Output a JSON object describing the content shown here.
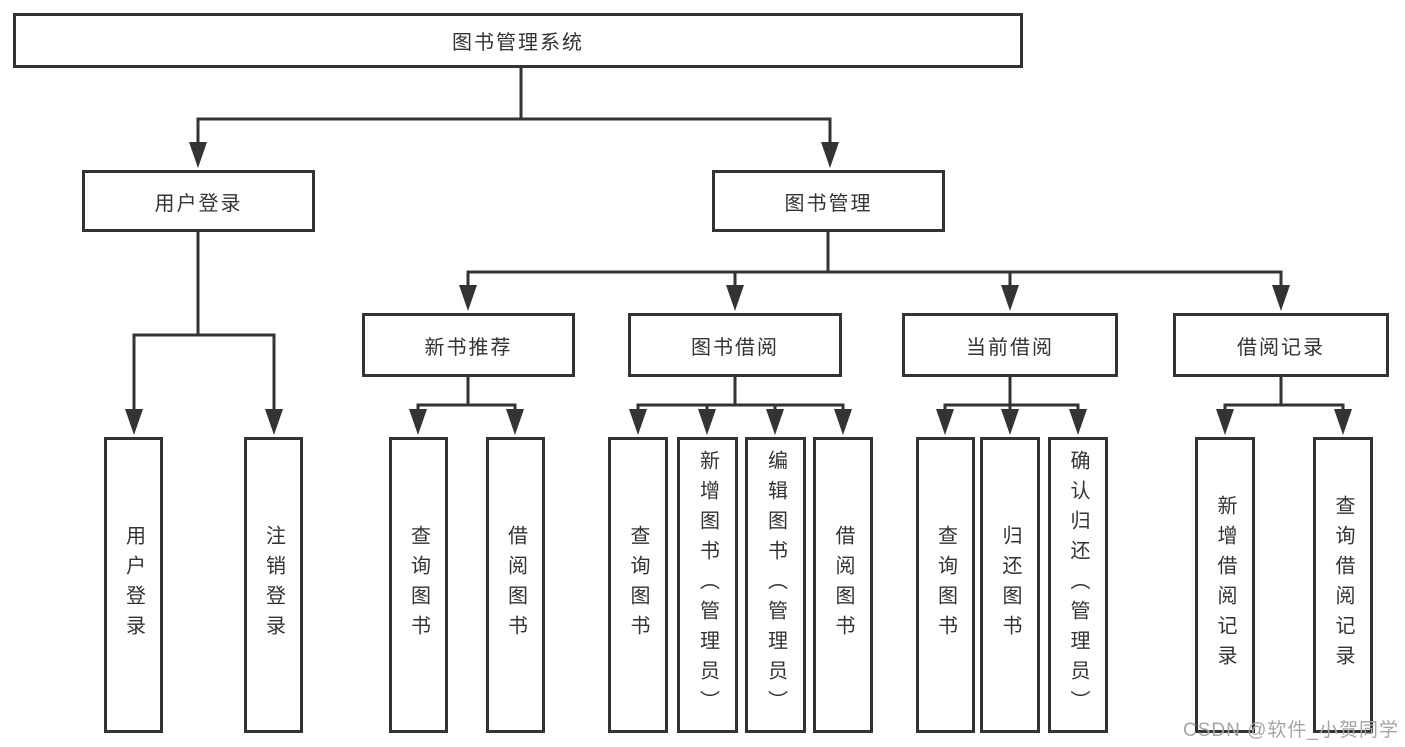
{
  "diagram": {
    "root": "图书管理系统",
    "level2": [
      "用户登录",
      "图书管理"
    ],
    "level3": [
      "新书推荐",
      "图书借阅",
      "当前借阅",
      "借阅记录"
    ],
    "leaves": {
      "user_login": [
        "用户登录",
        "注销登录"
      ],
      "new_books": [
        "查询图书",
        "借阅图书"
      ],
      "book_borrow": [
        "查询图书",
        "新增图书（管理员）",
        "编辑图书（管理员）",
        "借阅图书"
      ],
      "current_borrow": [
        "查询图书",
        "归还图书",
        "确认归还（管理员）"
      ],
      "borrow_records": [
        "新增借阅记录",
        "查询借阅记录"
      ]
    }
  },
  "watermark": "CSDN @软件_小贺同学",
  "colors": {
    "line": "#333333",
    "box_border": "#333333",
    "background": "#ffffff",
    "watermark_text": "#a5a5a5"
  }
}
